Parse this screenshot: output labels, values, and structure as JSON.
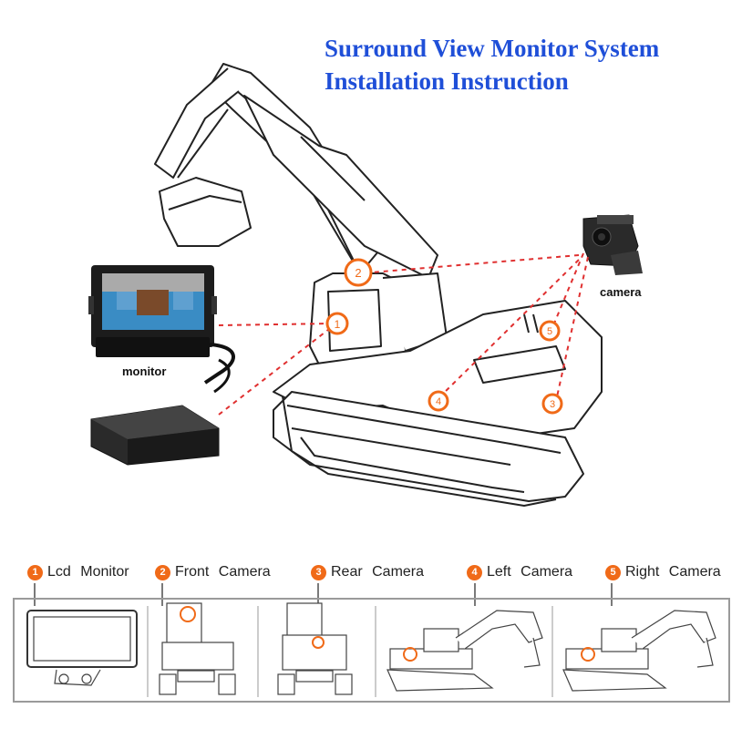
{
  "header": {
    "title_line1": "Surround View Monitor System",
    "title_line2": "Installation Instruction"
  },
  "labels": {
    "camera": "camera",
    "monitor": "monitor"
  },
  "markers": [
    "1",
    "2",
    "3",
    "4",
    "5"
  ],
  "legend": [
    {
      "num": "1",
      "text": "Lcd Monitor"
    },
    {
      "num": "2",
      "text": "Front Camera"
    },
    {
      "num": "3",
      "text": "Rear Camera"
    },
    {
      "num": "4",
      "text": "Left Camera"
    },
    {
      "num": "5",
      "text": "Right Camera"
    }
  ],
  "colors": {
    "accent": "#f06a18",
    "title": "#1f4fd8",
    "line": "#e03030"
  }
}
